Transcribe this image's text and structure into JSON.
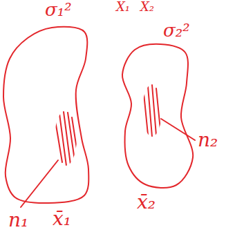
{
  "diagram": {
    "nodes": [
      {
        "text": [
          "σ₁²"
        ]
      },
      {
        "text": [
          "σ₂²"
        ]
      }
    ],
    "labels": [
      "X₁",
      "X₂",
      "n₁",
      "x̄₁",
      "n₂",
      "x̄₂"
    ]
  }
}
